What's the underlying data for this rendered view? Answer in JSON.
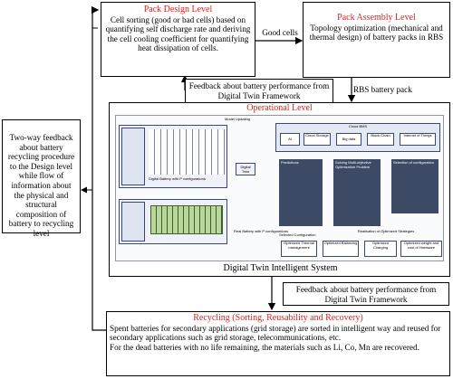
{
  "pack_design": {
    "title": "Pack Design Level",
    "body": "Cell sorting (good or bad cells) based on quantifying self discharge rate and deriving the cell cooling coefficient for quantifying heat dissipation of cells."
  },
  "good_cells_label": "Good cells",
  "pack_assembly": {
    "title": "Pack Assembly Level",
    "body": "Topology optimization (mechanical and thermal design) of battery packs in RBS"
  },
  "feedback_top": "Feedback about battery performance from Digital Twin Framework",
  "rbs_pack_label": "RBS battery pack",
  "operational": {
    "title": "Operational Level",
    "caption": "Digital Twin Intelligent System",
    "model_updating": "Model Updating",
    "digital_battery_label": "Digital Battery with P configurations",
    "real_battery_label": "Real Battery with P configurations",
    "digital_twin": "Digital Twin",
    "cloud_bms": "Cloud BMS",
    "cloud_items": [
      "AI",
      "Cloud Storage",
      "Big data",
      "Block Chain",
      "Internet of Things"
    ],
    "predictions": "Predictions",
    "solving": "Solving Multi-objective Optimization Problem",
    "selection": "Selection of configuration",
    "realisation": "Realisation of Optimized Strategies",
    "selected_config": "Selected Configuration",
    "results": [
      "Optimized Thermal management",
      "Optimized Balancing",
      "Optimized Charging",
      "Optimized weight and cost of Hardware"
    ]
  },
  "feedback_left": "Two-way feedback about battery recycling procedure to the Design level while flow of information about the physical and structural composition of battery to recycling level",
  "feedback_bottom": "Feedback about battery performance from Digital Twin Framework",
  "recycling": {
    "title": "Recycling (Sorting, Reusability and Recovery)",
    "body1": "Spent batteries for secondary applications (grid storage) are sorted in intelligent way and reused for secondary applications such as grid storage, telecommunications, etc.",
    "body2": "For the dead batteries with no life remaining, the materials such as Li, Co, Mn are recovered."
  },
  "colors": {
    "title_red": "#e0201c",
    "dt_border": "#3b4a6b"
  }
}
